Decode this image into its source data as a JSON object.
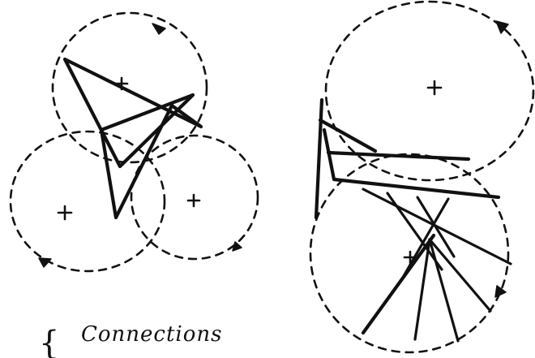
{
  "caption": {
    "brace": "{",
    "text": "Connections"
  },
  "icons": {
    "circle_marker": "plus",
    "rotation_marker": "arrowhead"
  }
}
